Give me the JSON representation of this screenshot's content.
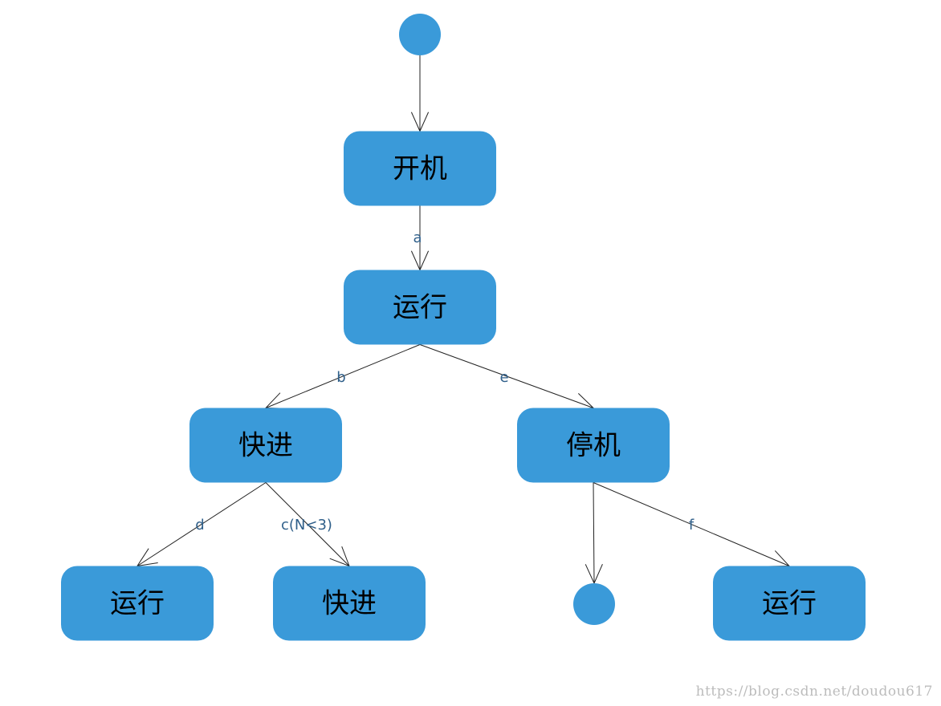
{
  "diagram": {
    "colors": {
      "node_fill": "#3a9ad9",
      "edge": "#222222",
      "label": "#2f5f8a"
    },
    "nodes": [
      {
        "id": "start",
        "kind": "initial"
      },
      {
        "id": "n1",
        "kind": "state",
        "label": "开机"
      },
      {
        "id": "n2",
        "kind": "state",
        "label": "运行"
      },
      {
        "id": "n3",
        "kind": "state",
        "label": "快进"
      },
      {
        "id": "n4",
        "kind": "state",
        "label": "停机"
      },
      {
        "id": "n5",
        "kind": "state",
        "label": "运行"
      },
      {
        "id": "n6",
        "kind": "state",
        "label": "快进"
      },
      {
        "id": "end",
        "kind": "final"
      },
      {
        "id": "n7",
        "kind": "state",
        "label": "运行"
      }
    ],
    "edges": [
      {
        "from": "start",
        "to": "n1",
        "label": ""
      },
      {
        "from": "n1",
        "to": "n2",
        "label": "a"
      },
      {
        "from": "n2",
        "to": "n3",
        "label": "b"
      },
      {
        "from": "n2",
        "to": "n4",
        "label": "e"
      },
      {
        "from": "n3",
        "to": "n5",
        "label": "d"
      },
      {
        "from": "n3",
        "to": "n6",
        "label": "c(N<3)"
      },
      {
        "from": "n4",
        "to": "end",
        "label": ""
      },
      {
        "from": "n4",
        "to": "n7",
        "label": "f"
      }
    ]
  },
  "watermark": "https://blog.csdn.net/doudou617"
}
